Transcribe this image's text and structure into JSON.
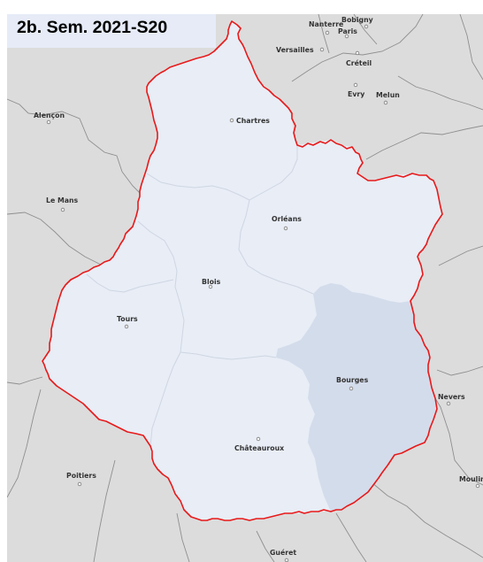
{
  "title": "2b. Sem. 2021-S20",
  "colors": {
    "background": "#dcdcdc",
    "region_fill": "#e8edf6",
    "highlight_fill": "#d3dceb",
    "region_border": "#e8191a",
    "title_box": "#e6ebf7"
  },
  "cities": [
    {
      "name": "Nanterre"
    },
    {
      "name": "Bobigny"
    },
    {
      "name": "Paris"
    },
    {
      "name": "Versailles"
    },
    {
      "name": "Créteil"
    },
    {
      "name": "Evry"
    },
    {
      "name": "Melun"
    },
    {
      "name": "Alençon"
    },
    {
      "name": "Chartres"
    },
    {
      "name": "Le Mans"
    },
    {
      "name": "Orléans"
    },
    {
      "name": "Blois"
    },
    {
      "name": "Tours"
    },
    {
      "name": "Bourges"
    },
    {
      "name": "Nevers"
    },
    {
      "name": "Châteauroux"
    },
    {
      "name": "Poitiers"
    },
    {
      "name": "Moulin"
    },
    {
      "name": "Guéret"
    }
  ]
}
